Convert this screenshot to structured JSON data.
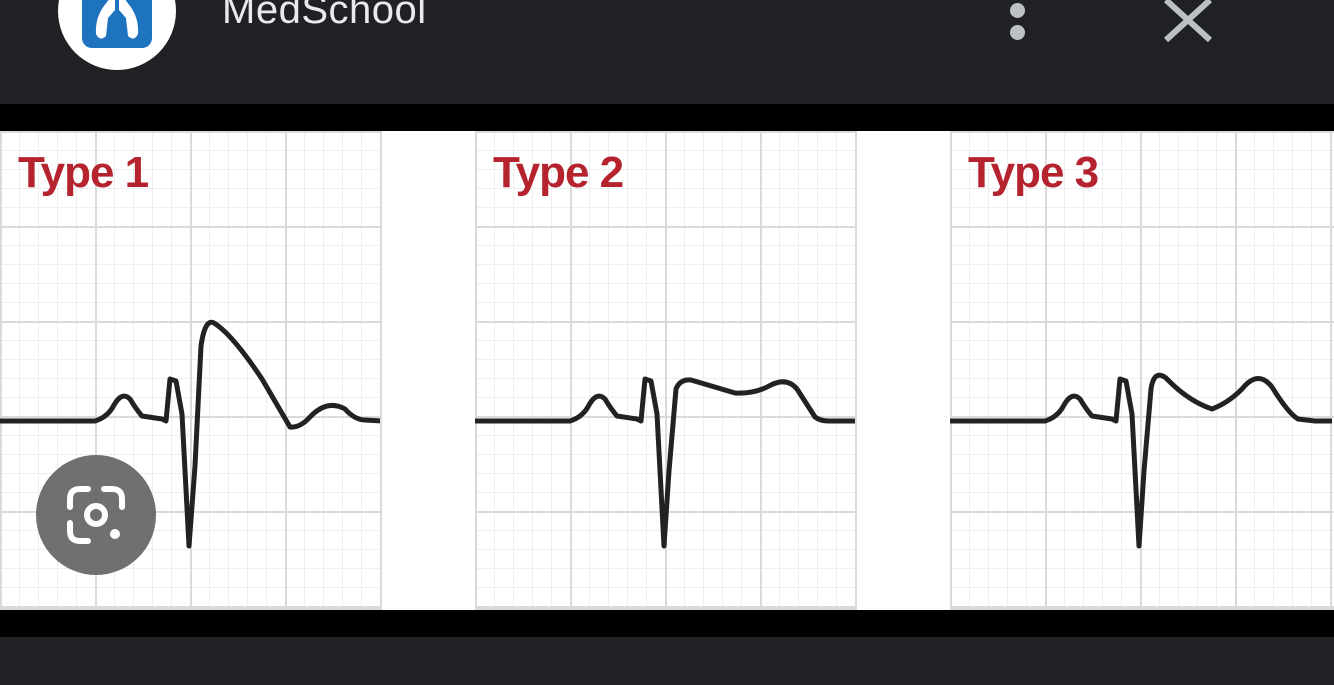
{
  "header": {
    "app_title": "MedSchool",
    "logo_icon": "lungs-icon",
    "more_icon": "more-vertical-icon",
    "close_icon": "close-icon"
  },
  "image": {
    "panels": [
      {
        "label": "Type 1"
      },
      {
        "label": "Type 2"
      },
      {
        "label": "Type 3"
      }
    ],
    "lens_icon": "google-lens-icon"
  },
  "colors": {
    "label_red": "#b5232e",
    "trace": "#222222",
    "chrome_bg": "#202124",
    "logo_blue": "#1e73be"
  }
}
